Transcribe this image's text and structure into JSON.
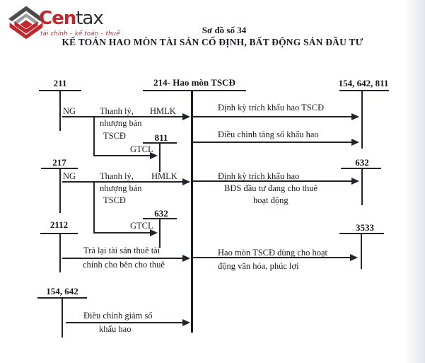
{
  "logo": {
    "brand_primary": "Cen",
    "brand_secondary": "tax",
    "tagline": "tài chính – kế toán – thuế",
    "accent_red": "#c1272d",
    "gray": "#9b9ea1",
    "dark_gray": "#4c4c4e"
  },
  "header": {
    "scheme_no": "Sơ đồ số 34",
    "title": "KẾ TOÁN HAO MÒN TÀI SẢN CỐ ĐỊNH, BẤT ĐỘNG SẢN ĐẦU TƯ"
  },
  "diagram": {
    "center_account": "214- Hao mòn TSCĐ",
    "accounts": {
      "a211": "211",
      "a217": "217",
      "a2112": "2112",
      "a154_642": "154, 642",
      "a811": "811",
      "a632_left": "632",
      "a154_642_811": "154, 642, 811",
      "a632_right": "632",
      "a3533": "3533"
    },
    "left_flows": {
      "f1": {
        "ng": "NG",
        "t1": "Thanh lý,",
        "t2": "HMLK",
        "t3": "nhượng bán",
        "t4": "TSCĐ",
        "t5": "GTCL"
      },
      "f2": {
        "ng": "NG",
        "t1": "Thanh lý,",
        "t2": "HMLK",
        "t3": "nhượng bán",
        "t4": "TSCĐ",
        "t5": "GTCL"
      },
      "f3": {
        "l1": "Trả lại tài sản thuê tài",
        "l2": "chính cho bên cho thuê"
      },
      "f4": {
        "l1": "Điều chỉnh giảm số",
        "l2": "khấu hao"
      }
    },
    "right_flows": {
      "f1": {
        "l1": "Định kỳ trích khấu hao TSCĐ"
      },
      "f2": {
        "l1": "Điều chỉnh tăng số khấu hao"
      },
      "f3": {
        "l1": "Định kỳ trích khấu hao",
        "l2": "BĐS đầu tư đang cho thuê",
        "l3": "hoạt động"
      },
      "f4": {
        "l1": "Hao mòn TSCĐ dùng cho hoạt",
        "l2": "động văn hóa, phúc lợi"
      }
    }
  },
  "colors": {
    "ink": "#1b1b24",
    "line": "#23232b",
    "background": "#ffffff"
  }
}
